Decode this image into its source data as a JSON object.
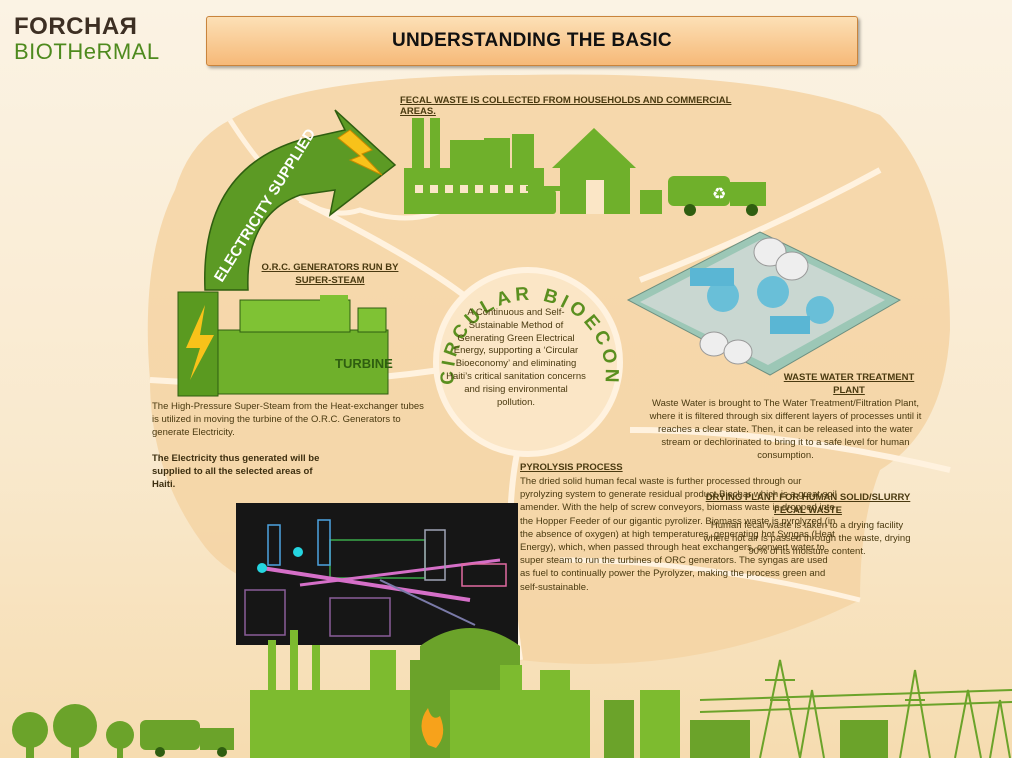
{
  "logo": {
    "line1": "FORCHAЯ",
    "line2": "BIOTHeRMAL"
  },
  "title": "UNDERSTANDING THE BASIC",
  "fecal": {
    "heading": "FECAL WASTE IS COLLECTED FROM HOUSEHOLDS AND COMMERCIAL AREAS."
  },
  "arrow": {
    "label": "ELECTRICITY SUPPLIED"
  },
  "orc": {
    "heading": "O.R.C. GENERATORS RUN BY SUPER-STEAM",
    "turbine_label": "TURBINE",
    "description": "The High-Pressure Super-Steam from the Heat-exchanger tubes is utilized in moving the turbine of the O.R.C. Generators to generate Electricity.",
    "note": "The Electricity thus generated will be supplied to all the selected areas of Haiti."
  },
  "circular": {
    "title": "CIRCULAR BIOECONOMY",
    "description": "A Continuous and Self-Sustainable Method of Generating Green Electrical Energy, supporting a ‘Circular Bioeconomy’ and eliminating Haiti’s critical sanitation concerns and rising environmental pollution."
  },
  "wastewater": {
    "heading": "WASTE WATER TREATMENT PLANT",
    "description": "Waste Water is brought to The Water Treatment/Filtration Plant, where it is filtered through six different layers of processes until it reaches a clear state. Then, it can be released into the water stream or dechlorinated to bring it to a safe level for human consumption."
  },
  "drying": {
    "heading": "DRYING PLANT FOR HUMAN SOLID/SLURRY FECAL WASTE",
    "description": "Human fecal waste is taken to a drying facility where hot air is passed through the waste, drying 90% of its moisture content."
  },
  "pyrolysis": {
    "heading": "PYROLYSIS PROCESS",
    "description": "The dried solid human fecal waste is further processed through our pyrolyzing system to generate residual product Biochar which is a great soil amender. With the help of screw conveyors, biomass waste is dropped into the Hopper Feeder of our gigantic pyrolizer. Biomass waste is pyrolyzed (in the absence of oxygen) at high temperatures, generating hot Syngas (Heat Energy), which, when passed through heat exchangers, convert water to super steam to run the turbines of ORC generators. The syngas are used as fuel to continually power the Pyrolyzer, making the process green and self-sustainable."
  },
  "colors": {
    "green": "#6ba32a",
    "dark_green": "#3f7a16",
    "brown": "#4a3a10",
    "banner": "#f6b978",
    "bubble": "#f6d5a4"
  }
}
